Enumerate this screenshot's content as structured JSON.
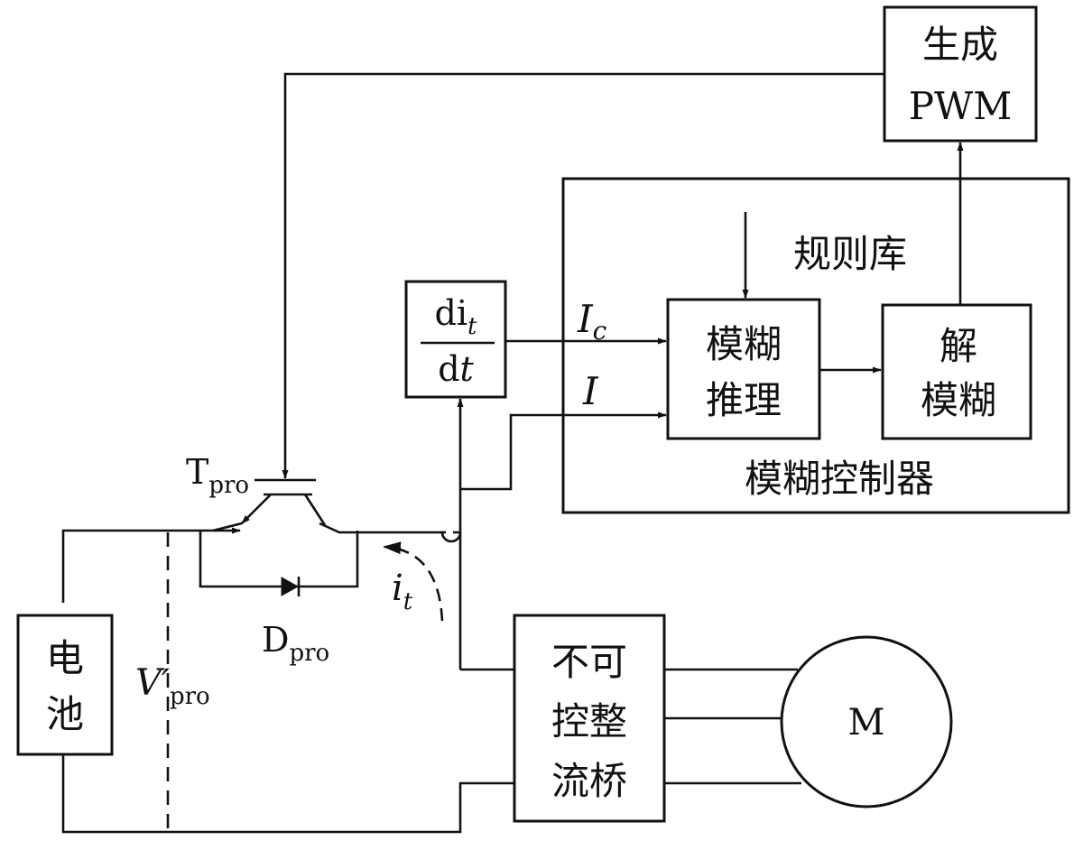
{
  "blocks": {
    "pwm": {
      "line1": "生成",
      "line2": "PWM"
    },
    "fuzzy_controller": {
      "label": "模糊控制器"
    },
    "rule_base": {
      "label": "规则库"
    },
    "inference": {
      "line1": "模糊",
      "line2": "推理"
    },
    "defuzz": {
      "line1": "解",
      "line2": "模糊"
    },
    "derivative": {
      "num": "di",
      "num_sub": "t",
      "den_d": "d",
      "den_t": "t"
    },
    "battery": {
      "line1": "电",
      "line2": "池"
    },
    "rectifier": {
      "line1": "不可",
      "line2": "控整",
      "line3": "流桥"
    },
    "motor": {
      "label": "M"
    }
  },
  "labels": {
    "ic": {
      "main": "I",
      "sub": "c"
    },
    "i": "I",
    "tpro": {
      "main": "T",
      "sub": "pro"
    },
    "dpro": {
      "main": "D",
      "sub": "pro"
    },
    "vpro": {
      "main": "V′",
      "sub": "pro"
    },
    "it": {
      "main": "i",
      "sub": "t"
    }
  },
  "colors": {
    "line": "#111111",
    "background": "#ffffff"
  }
}
